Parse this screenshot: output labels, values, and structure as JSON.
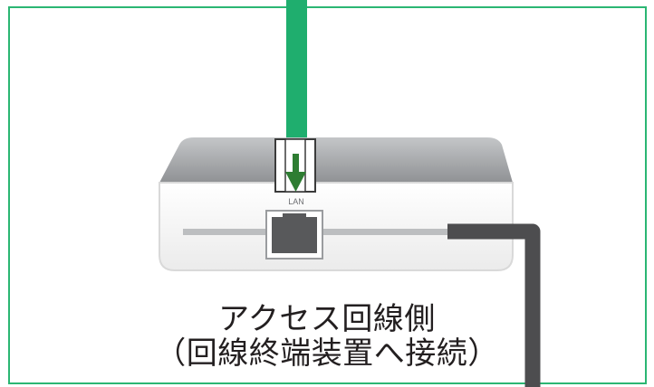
{
  "diagram": {
    "port_label": "LAN",
    "caption_line1": "アクセス回線側",
    "caption_line2": "（回線終端装置へ接続）"
  },
  "colors": {
    "frame": "#2bb673",
    "lan_cable": "#1fae6e",
    "arrow": "#2e7d32",
    "power_cable": "#4d4d4f",
    "device_top": "#a7a9ac",
    "device_body": "#f4f4f4"
  },
  "icons": [
    "down-arrow-icon",
    "lan-port-icon"
  ]
}
